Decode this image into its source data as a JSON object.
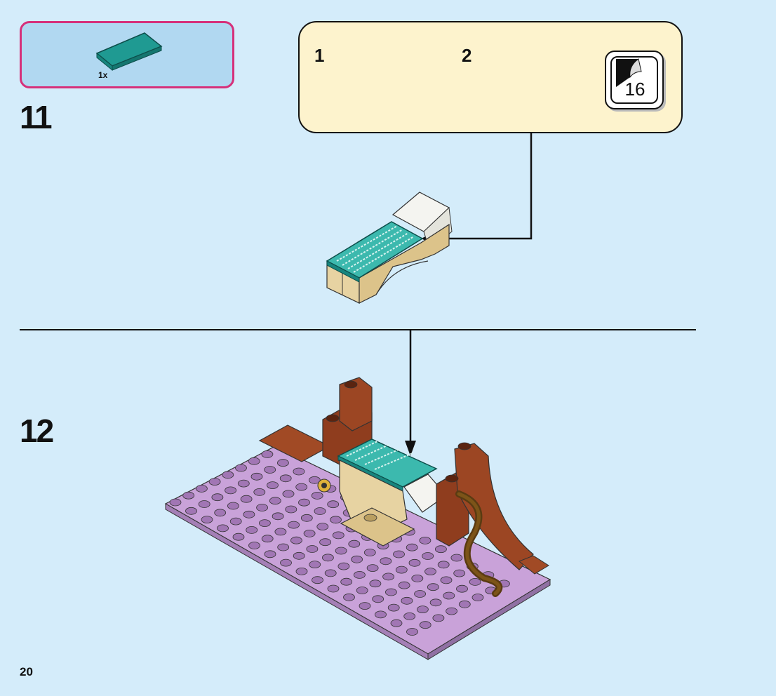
{
  "parts_list": {
    "quantity": "1x"
  },
  "steps": [
    {
      "number": "11"
    },
    {
      "number": "12"
    }
  ],
  "sub_steps": [
    {
      "number": "1"
    },
    {
      "number": "2"
    }
  ],
  "sticker": {
    "number": "16"
  },
  "page": {
    "number": "20"
  },
  "colors": {
    "background": "#d4ecfa",
    "parts_border": "#d6307a",
    "callout_bg": "#fdf3cd",
    "teal_tile": "#1f9a92",
    "tan": "#e7d3a2",
    "plate": "#c9a2d9",
    "brown": "#a14a25"
  }
}
